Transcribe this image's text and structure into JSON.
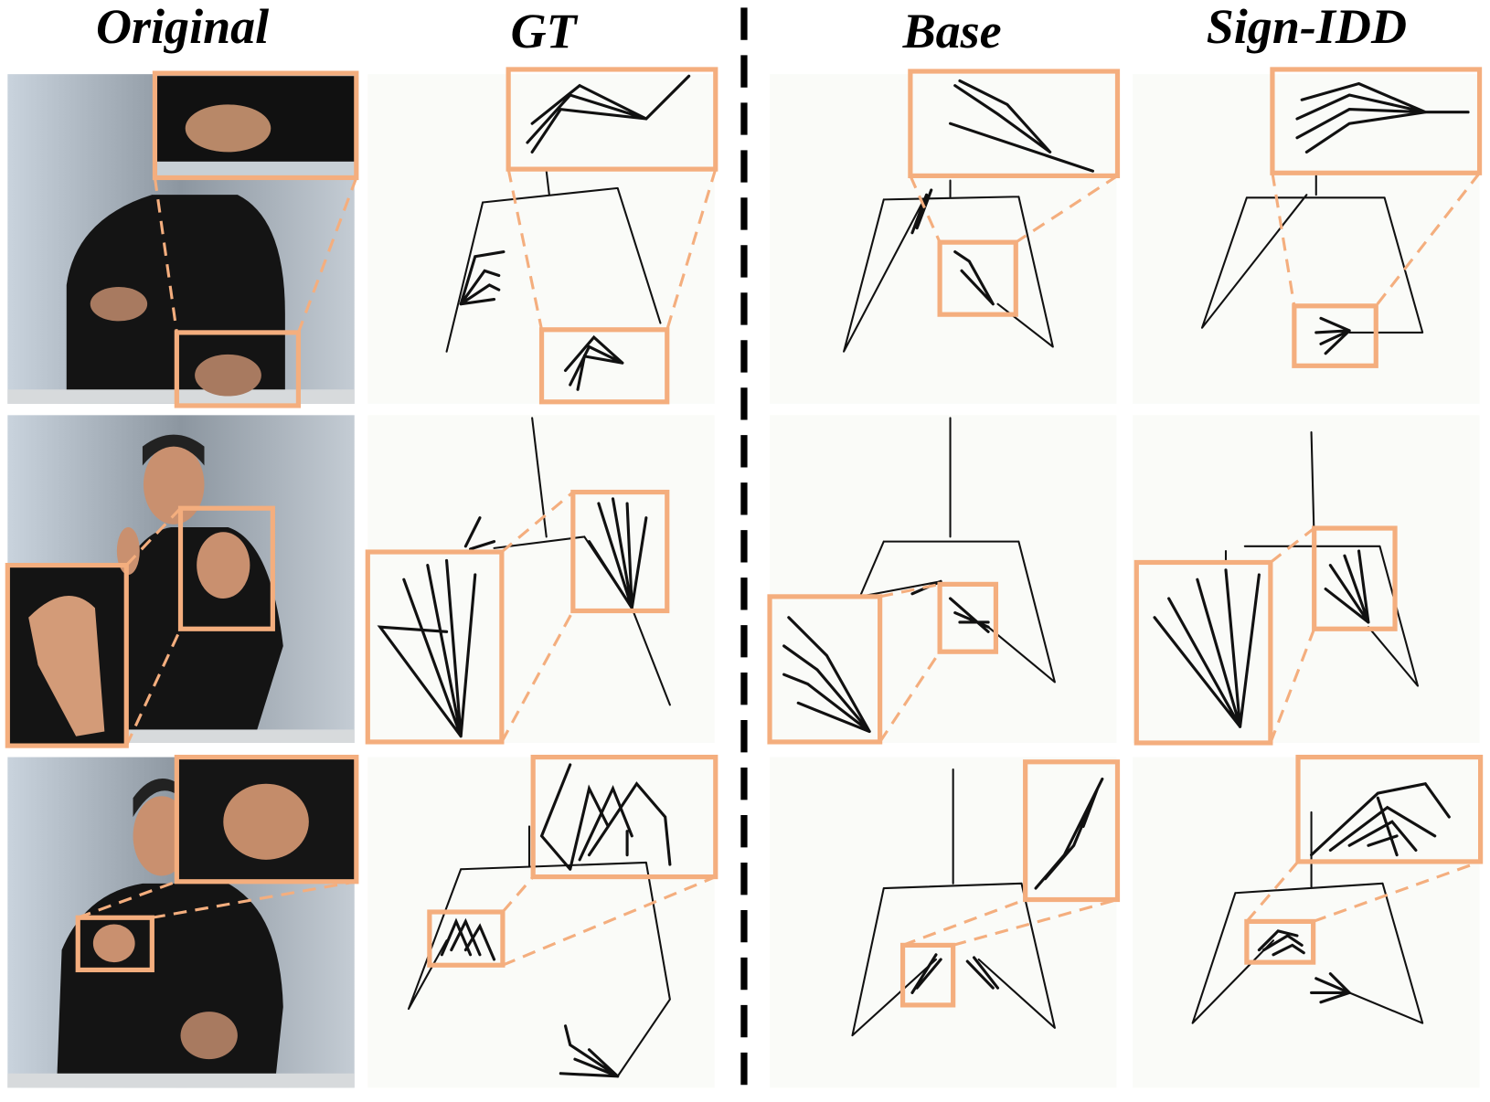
{
  "columns": [
    {
      "title": "Original"
    },
    {
      "title": "GT"
    },
    {
      "title": "Base"
    },
    {
      "title": "Sign-IDD"
    }
  ],
  "colors": {
    "highlight_box": "#f4ae7e",
    "skeleton": "#111111",
    "divider": "#000000"
  }
}
